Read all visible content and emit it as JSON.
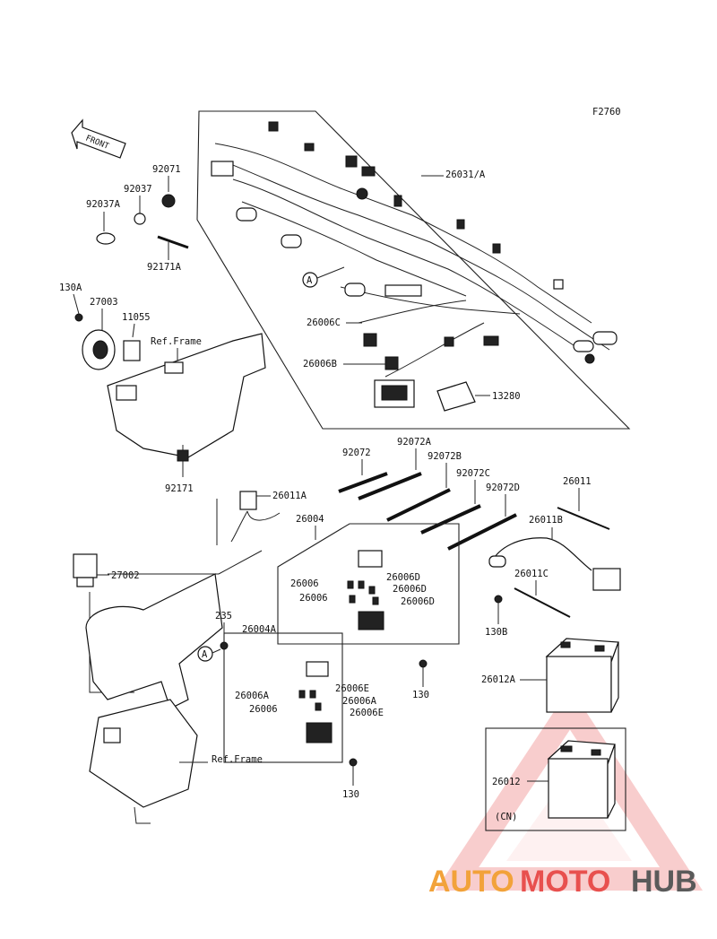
{
  "figure_code": "F2760",
  "front_arrow_text": "FRONT",
  "callout_a": "A",
  "labels": {
    "p26031A": "26031/A",
    "p92071": "92071",
    "p92037": "92037",
    "p92037A": "92037A",
    "p92171A": "92171A",
    "p130A": "130A",
    "p27003": "27003",
    "p11055": "11055",
    "ref_frame_1": "Ref.Frame",
    "p26006C": "26006C",
    "p26006B": "26006B",
    "p13280": "13280",
    "p92171": "92171",
    "p92072": "92072",
    "p92072A": "92072A",
    "p92072B": "92072B",
    "p92072C": "92072C",
    "p92072D": "92072D",
    "p26011": "26011",
    "p26011A": "26011A",
    "p26011B": "26011B",
    "p26011C": "26011C",
    "p26004": "26004",
    "p26006_1": "26006",
    "p26006_2": "26006",
    "p26006D_1": "26006D",
    "p26006D_2": "26006D",
    "p26006D_3": "26006D",
    "p27002": "27002",
    "p235": "235",
    "p26004A": "26004A",
    "p26006E_1": "26006E",
    "p26006E_2": "26006E",
    "p26006A_1": "26006A",
    "p26006A_2": "26006A",
    "p26006_3": "26006",
    "p130_1": "130",
    "p130_2": "130",
    "p130B": "130B",
    "p26012A": "26012A",
    "p26012": "26012",
    "cn": "(CN)",
    "ref_frame_2": "Ref.Frame"
  },
  "watermark": {
    "part1": "AUTO",
    "part2": "MOTO",
    "part3": "HUB"
  },
  "colors": {
    "watermark_orange": "#f2a23a",
    "watermark_red": "#e8504e",
    "watermark_gray": "#5a5a5a"
  }
}
